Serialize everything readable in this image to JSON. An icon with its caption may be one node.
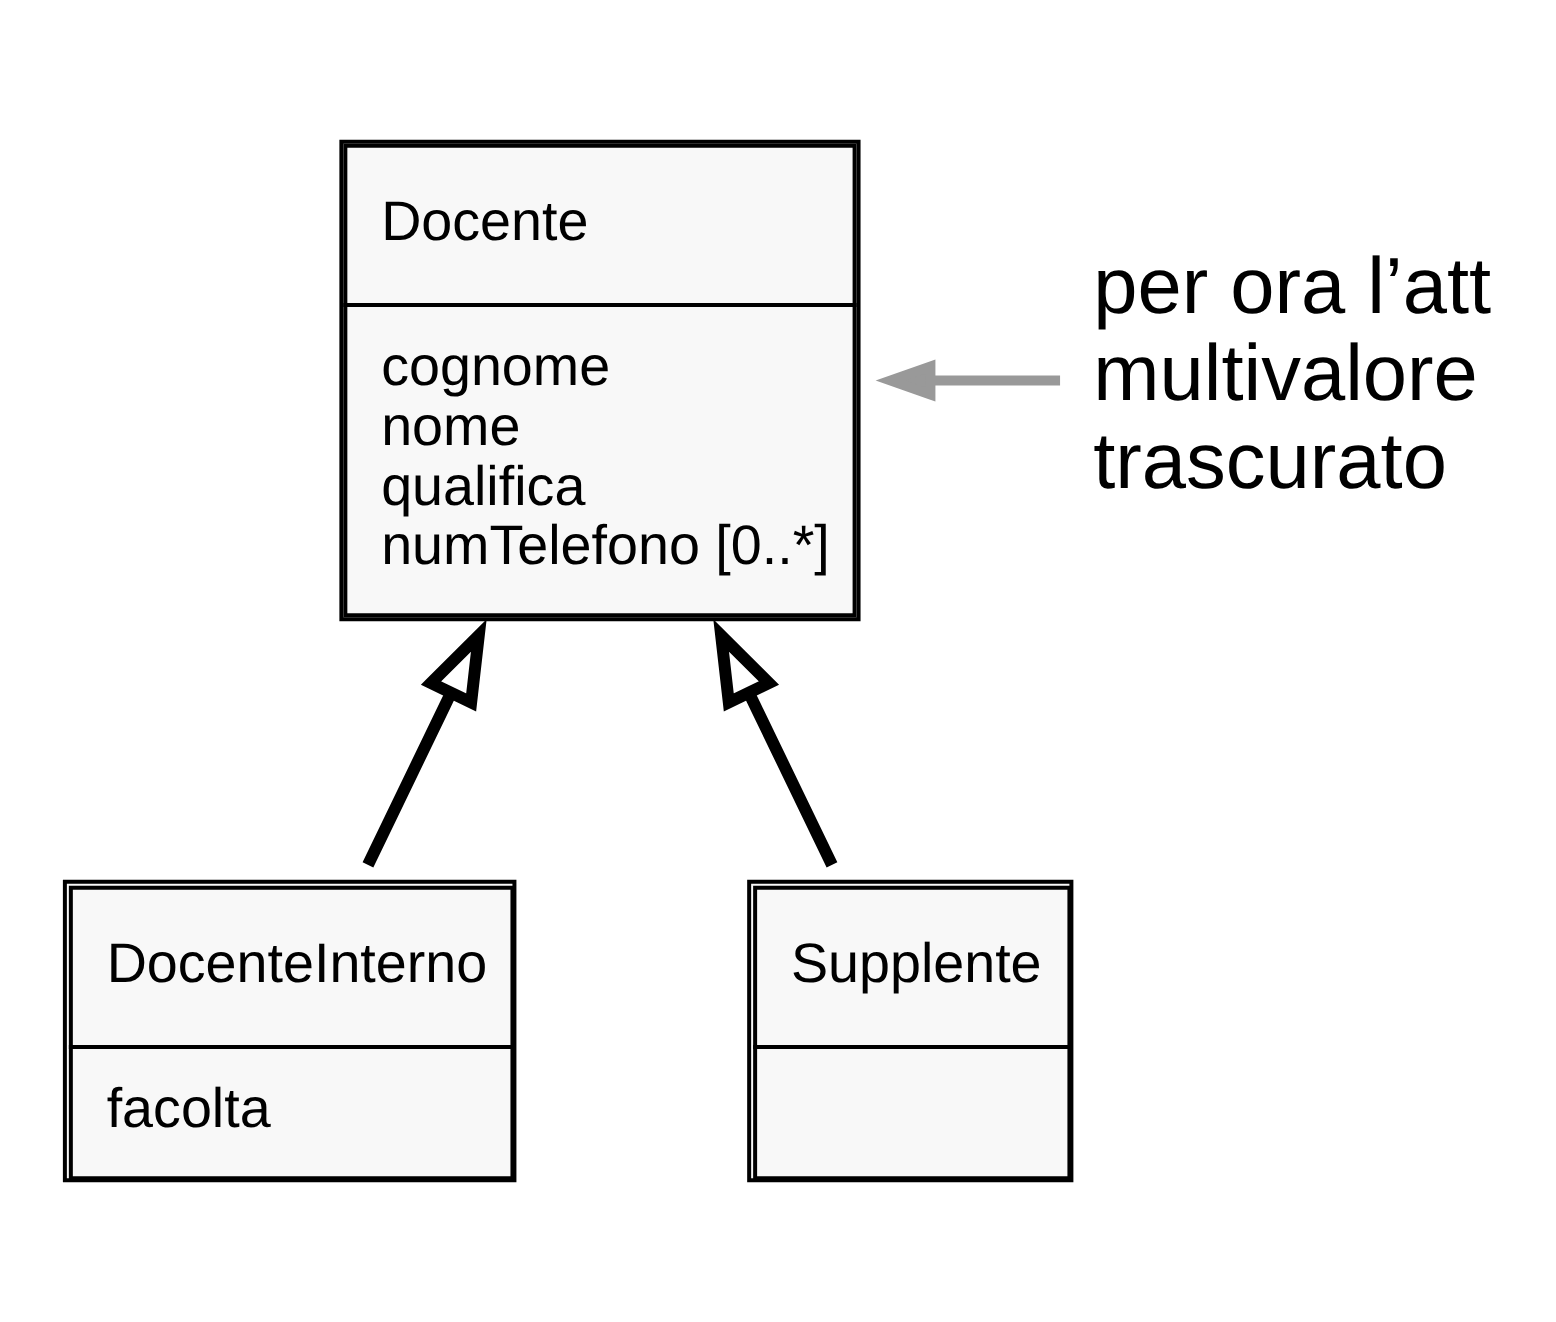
{
  "diagram": {
    "nodes": [
      {
        "text": [
          "Docente",
          "cognome",
          "nome",
          "qualifica",
          "numTelefono [0..*]"
        ]
      },
      {
        "text": [
          "DocenteInterno",
          "facolta"
        ]
      },
      {
        "text": [
          "Supplente"
        ]
      },
      {
        "text": [
          "per ora l’att multivalore trascurato"
        ]
      }
    ],
    "edges": [
      {
        "from": 1,
        "to": 0,
        "arrow": "to"
      },
      {
        "from": 2,
        "to": 0,
        "arrow": "to"
      },
      {
        "from": 3,
        "to": 0,
        "arrow": "to",
        "color": "#999999"
      }
    ]
  }
}
